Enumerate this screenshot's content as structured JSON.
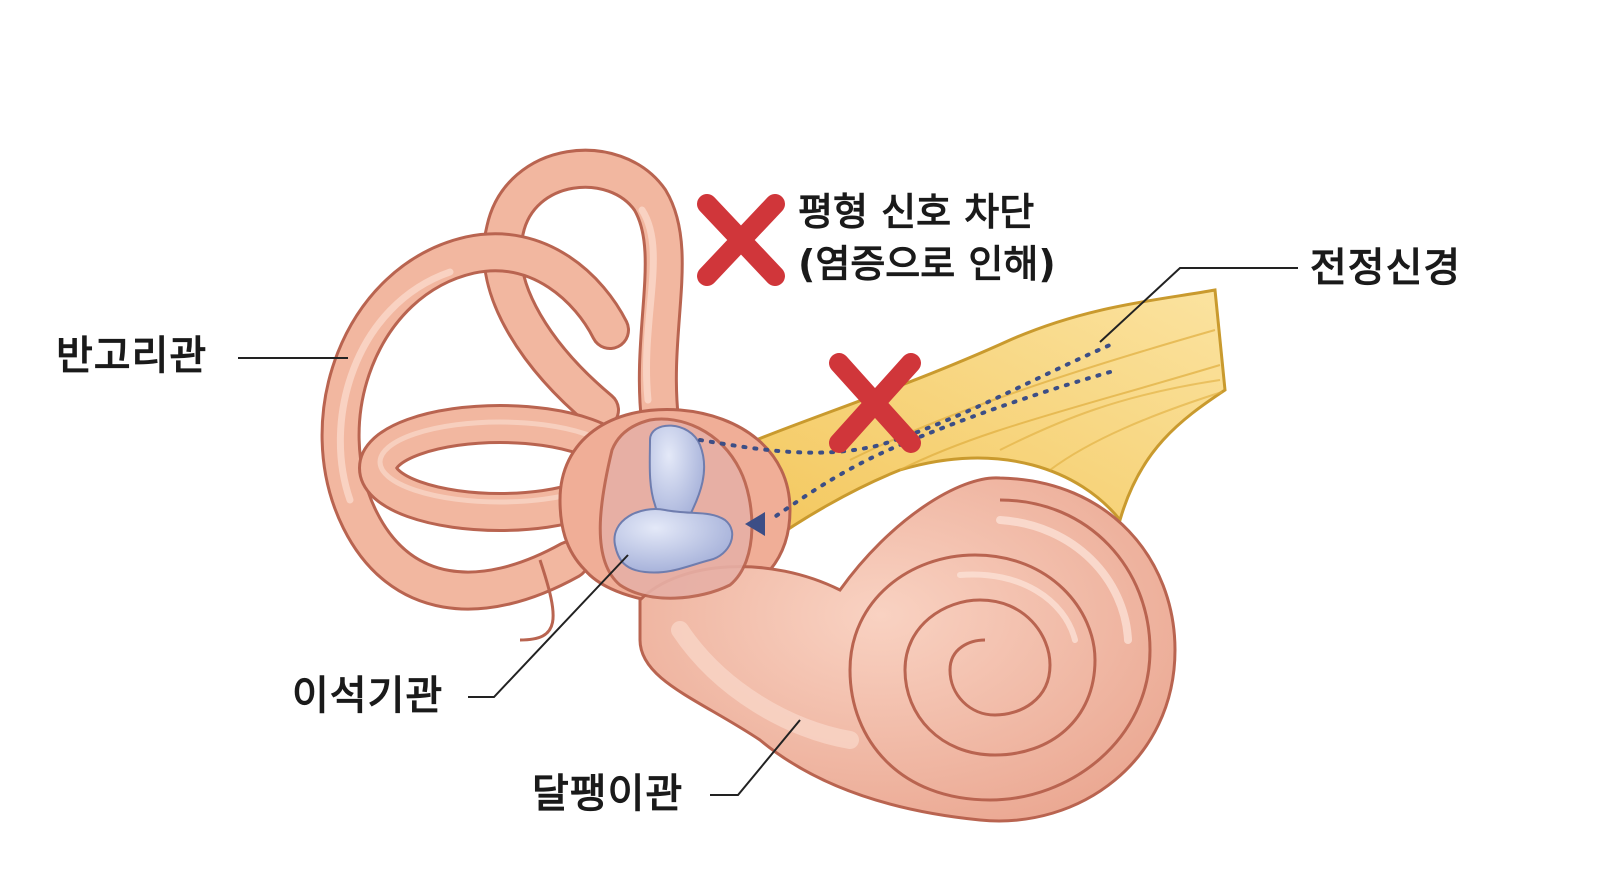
{
  "labels": {
    "semicircular_canals": "반고리관",
    "otolith_organs": "이석기관",
    "cochlea": "달팽이관",
    "vestibular_nerve": "전정신경"
  },
  "annotation": {
    "line1": "평형 신호 차단",
    "line2": "(염증으로 인해)"
  },
  "icons": {
    "block_marker": "x-mark-icon"
  },
  "colors": {
    "tissue_fill": "#f2b7a0",
    "tissue_outline": "#b96450",
    "nerve_fill": "#f6d170",
    "nerve_outline": "#c99a2e",
    "otolith_fill": "#b9c4e6",
    "signal_dots": "#3c4e86",
    "block_x": "#d0363a",
    "text": "#1a1a1a"
  }
}
